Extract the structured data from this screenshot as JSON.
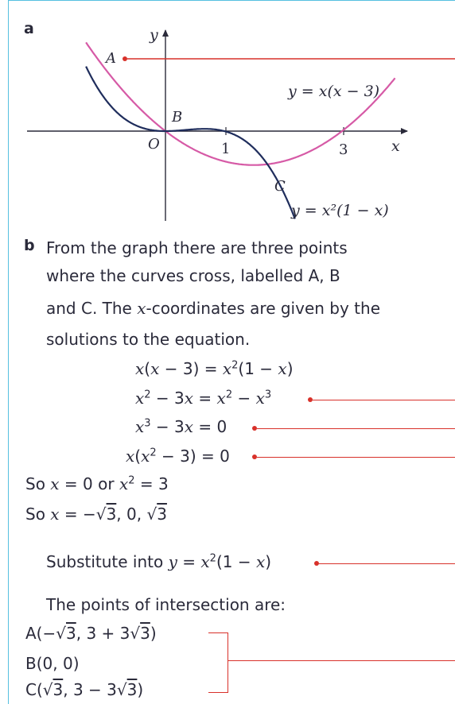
{
  "part_a": {
    "label": "a",
    "graph": {
      "x_axis_label": "x",
      "y_axis_label": "y",
      "origin_label": "O",
      "x_tick_1": "1",
      "x_tick_3": "3",
      "point_A": "A",
      "point_B": "B",
      "point_C": "C",
      "curve_1_label": "y = x(x − 3)",
      "curve_2_label": "y = x²(1 − x)",
      "curve_1_color": "#d65aa6",
      "curve_2_color": "#1f2d5c"
    }
  },
  "part_b": {
    "label": "b",
    "intro": [
      "From the graph there are three points",
      "where the curves cross, labelled A, B",
      "and C. The x-coordinates are given by the",
      "solutions to the equation."
    ],
    "equations": [
      "x(x − 3) = x²(1 − x)",
      "x² − 3x = x² − x³",
      "x³ − 3x = 0",
      "x(x² − 3) = 0"
    ],
    "so_lines": [
      "So x = 0 or x² = 3",
      "So x = −√3, 0, √3"
    ],
    "substitute": "Substitute into y = x²(1 − x)",
    "points_heading": "The points of intersection are:",
    "points": [
      "A(−√3, 3 + 3√3)",
      "B(0, 0)",
      "C(√3, 3 − 3√3)"
    ]
  },
  "annotation_color": "#d8312a",
  "frame_color": "#55c0e0"
}
